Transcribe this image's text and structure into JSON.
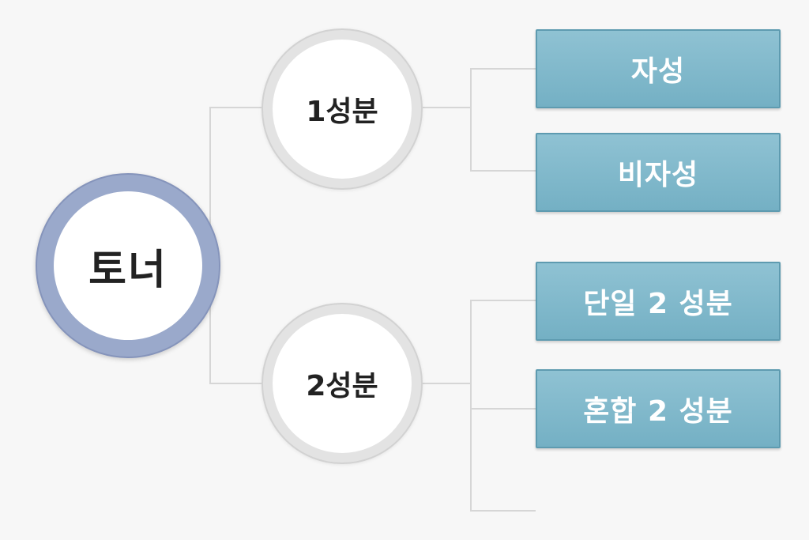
{
  "diagram": {
    "root": {
      "label": "토너"
    },
    "branches": [
      {
        "label": "1성분",
        "children": [
          {
            "label": "자성"
          },
          {
            "label": "비자성"
          }
        ]
      },
      {
        "label": "2성분",
        "children": [
          {
            "label": "단일 2 성분"
          },
          {
            "label": "혼합 2 성분"
          }
        ]
      }
    ]
  },
  "colors": {
    "background": "#f7f7f7",
    "root_ring": "#9aa9cb",
    "branch_ring": "#e3e3e3",
    "leaf_fill": "#80b8cb",
    "leaf_border": "#5e9bb0",
    "connector": "#d6d6d6",
    "text_dark": "#222222",
    "text_light": "#ffffff"
  }
}
